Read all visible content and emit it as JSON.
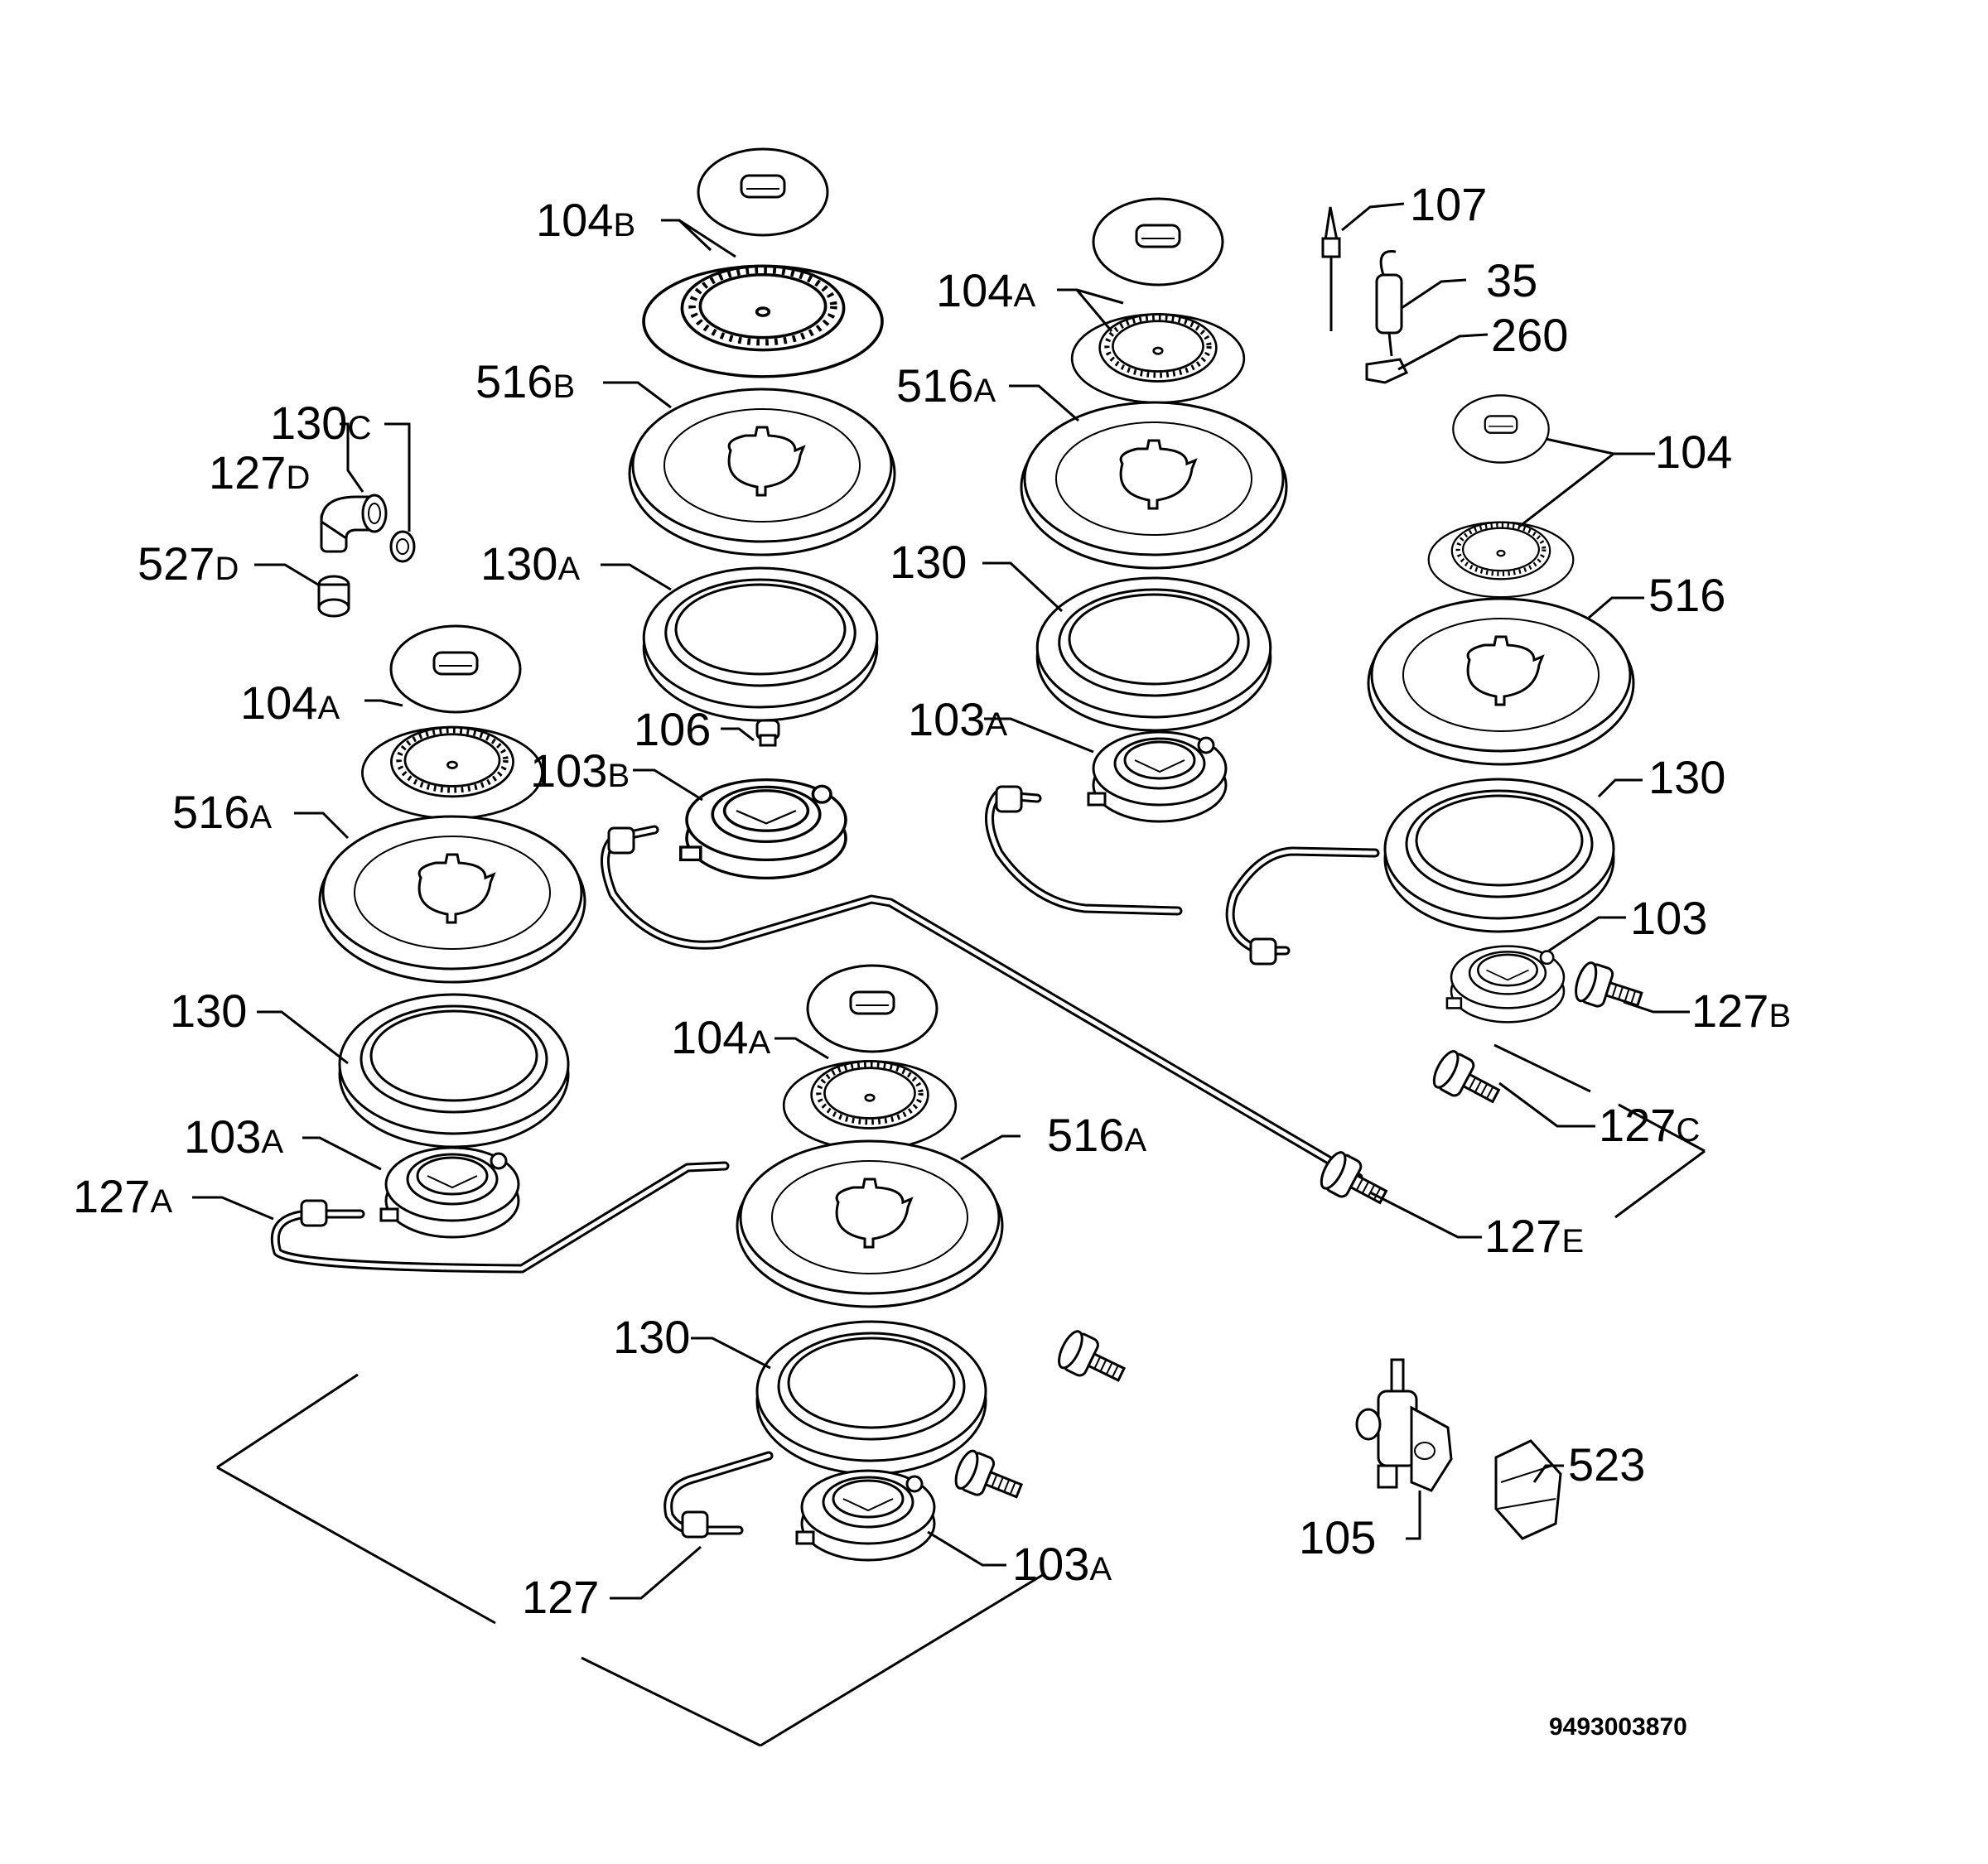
{
  "diagram": {
    "drawing_number": "9493003870",
    "labels": [
      {
        "id": "104b",
        "num": "104",
        "sfx": "B"
      },
      {
        "id": "104a-top",
        "num": "104",
        "sfx": "A"
      },
      {
        "id": "107",
        "num": "107",
        "sfx": ""
      },
      {
        "id": "35",
        "num": "35",
        "sfx": ""
      },
      {
        "id": "260",
        "num": "260",
        "sfx": ""
      },
      {
        "id": "516b",
        "num": "516",
        "sfx": "B"
      },
      {
        "id": "516a-top",
        "num": "516",
        "sfx": "A"
      },
      {
        "id": "130c",
        "num": "130",
        "sfx": "C"
      },
      {
        "id": "127d",
        "num": "127",
        "sfx": "D"
      },
      {
        "id": "104",
        "num": "104",
        "sfx": ""
      },
      {
        "id": "527d",
        "num": "527",
        "sfx": "D"
      },
      {
        "id": "130a",
        "num": "130",
        "sfx": "A"
      },
      {
        "id": "130-mid",
        "num": "130",
        "sfx": ""
      },
      {
        "id": "516",
        "num": "516",
        "sfx": ""
      },
      {
        "id": "104a-left",
        "num": "104",
        "sfx": "A"
      },
      {
        "id": "106",
        "num": "106",
        "sfx": ""
      },
      {
        "id": "103a-mid",
        "num": "103",
        "sfx": "A"
      },
      {
        "id": "103b",
        "num": "103",
        "sfx": "B"
      },
      {
        "id": "516a-left",
        "num": "516",
        "sfx": "A"
      },
      {
        "id": "130-right",
        "num": "130",
        "sfx": ""
      },
      {
        "id": "103",
        "num": "103",
        "sfx": ""
      },
      {
        "id": "130-left",
        "num": "130",
        "sfx": ""
      },
      {
        "id": "127b",
        "num": "127",
        "sfx": "B"
      },
      {
        "id": "104a-bottom",
        "num": "104",
        "sfx": "A"
      },
      {
        "id": "127c",
        "num": "127",
        "sfx": "C"
      },
      {
        "id": "103a-left",
        "num": "103",
        "sfx": "A"
      },
      {
        "id": "516a-bottom",
        "num": "516",
        "sfx": "A"
      },
      {
        "id": "127a",
        "num": "127",
        "sfx": "A"
      },
      {
        "id": "127e",
        "num": "127",
        "sfx": "E"
      },
      {
        "id": "130-bottom",
        "num": "130",
        "sfx": ""
      },
      {
        "id": "523",
        "num": "523",
        "sfx": ""
      },
      {
        "id": "105",
        "num": "105",
        "sfx": ""
      },
      {
        "id": "103a-bottom",
        "num": "103",
        "sfx": "A"
      },
      {
        "id": "127",
        "num": "127",
        "sfx": ""
      }
    ]
  }
}
